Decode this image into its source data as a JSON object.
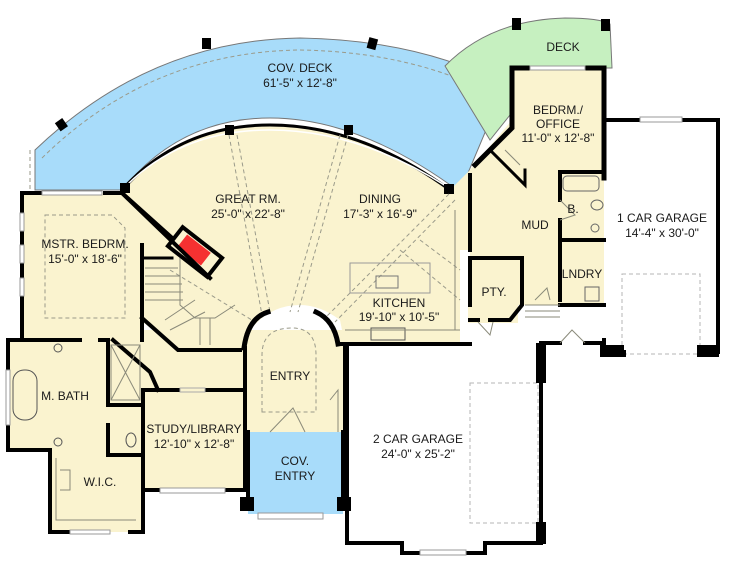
{
  "plan": {
    "colors": {
      "interior": "#faf3cf",
      "covered": "#a8dcfa",
      "deck": "#c6f0c0",
      "garage": "#ffffff",
      "fireplace": "#f53131",
      "wall": "#000000"
    },
    "rooms": {
      "cov_deck": {
        "name": "COV. DECK",
        "size": "61'-5\" x 12'-8\""
      },
      "deck": {
        "name": "DECK"
      },
      "bedrm_office": {
        "name_line1": "BEDRM./",
        "name_line2": "OFFICE",
        "size": "11'-0\" x 12'-8\""
      },
      "great_rm": {
        "name": "GREAT RM.",
        "size": "25'-0\" x 22'-8\""
      },
      "dining": {
        "name": "DINING",
        "size": "17'-3\" x 16'-9\""
      },
      "mstr_bedrm": {
        "name": "MSTR. BEDRM.",
        "size": "15'-0\" x 18'-6\""
      },
      "mud": {
        "name": "MUD"
      },
      "bath": {
        "name": "B."
      },
      "lndry": {
        "name": "LNDRY"
      },
      "pty": {
        "name": "PTY."
      },
      "kitchen": {
        "name": "KITCHEN",
        "size": "19'-10\" x 10'-5\""
      },
      "one_car_garage": {
        "name": "1 CAR GARAGE",
        "size": "14'-4\" x 30'-0\""
      },
      "entry": {
        "name": "ENTRY"
      },
      "m_bath": {
        "name": "M. BATH"
      },
      "study_library": {
        "name": "STUDY/LIBRARY",
        "size": "12'-10\" x 12'-8\""
      },
      "cov_entry": {
        "name_line1": "COV.",
        "name_line2": "ENTRY"
      },
      "wic": {
        "name": "W.I.C."
      },
      "two_car_garage": {
        "name": "2 CAR GARAGE",
        "size": "24'-0\" x 25'-2\""
      }
    }
  }
}
